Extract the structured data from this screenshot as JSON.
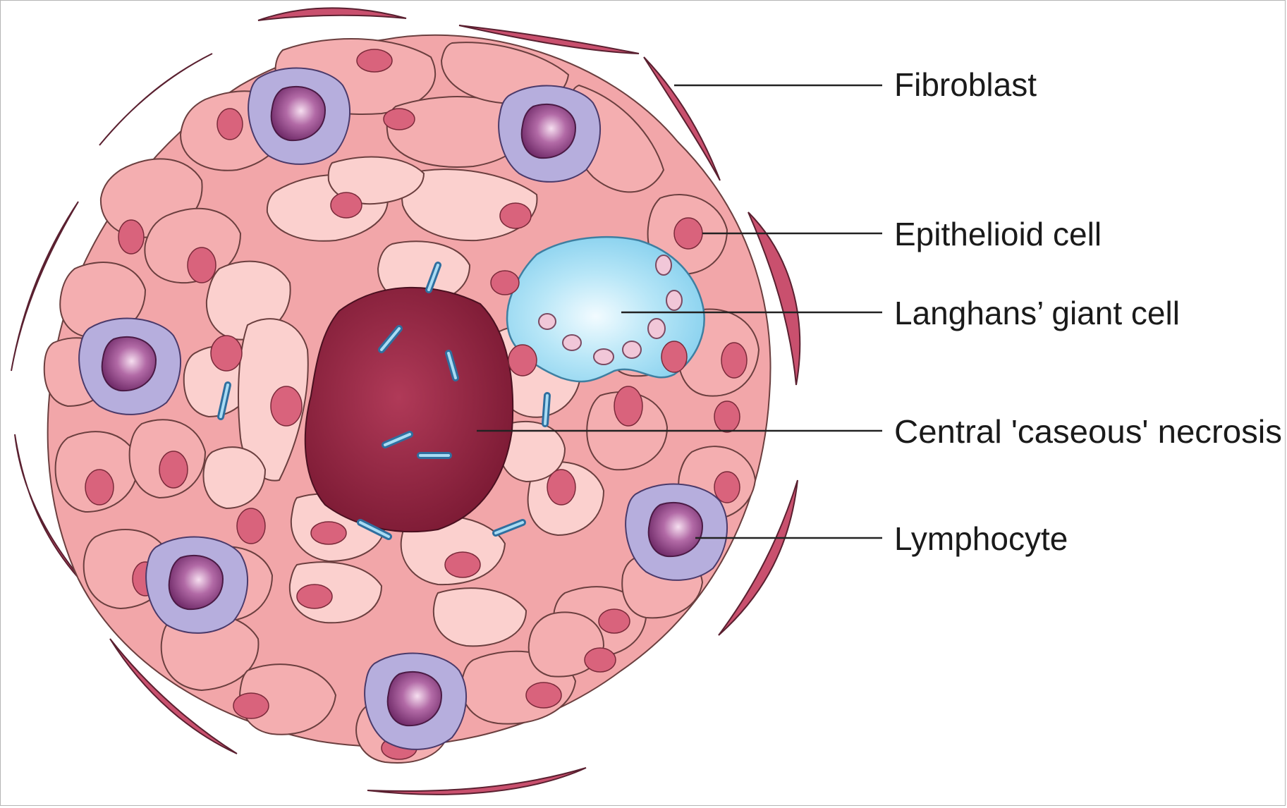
{
  "labels": {
    "fibroblast": "Fibroblast",
    "epithelioid": "Epithelioid cell",
    "langhans": "Langhans’ giant cell",
    "necrosis": "Central 'caseous' necrosis",
    "lymphocyte": "Lymphocyte"
  },
  "colors": {
    "epithelioid_fill": "#f4aeb0",
    "epithelioid_inner_fill": "#fbd0ce",
    "epithelioid_nucleus": "#d9637c",
    "fibroblast": "#c9506e",
    "lymphocyte_cytoplasm": "#b6aedd",
    "lymphocyte_nucleus": "#8e3d84",
    "langhans_fill": "#9fdcf2",
    "langhans_nucleus": "#f1c7d8",
    "necrosis": "#8e2340",
    "bacilli": "#5ea9d6",
    "outline": "#5a3a3a"
  }
}
